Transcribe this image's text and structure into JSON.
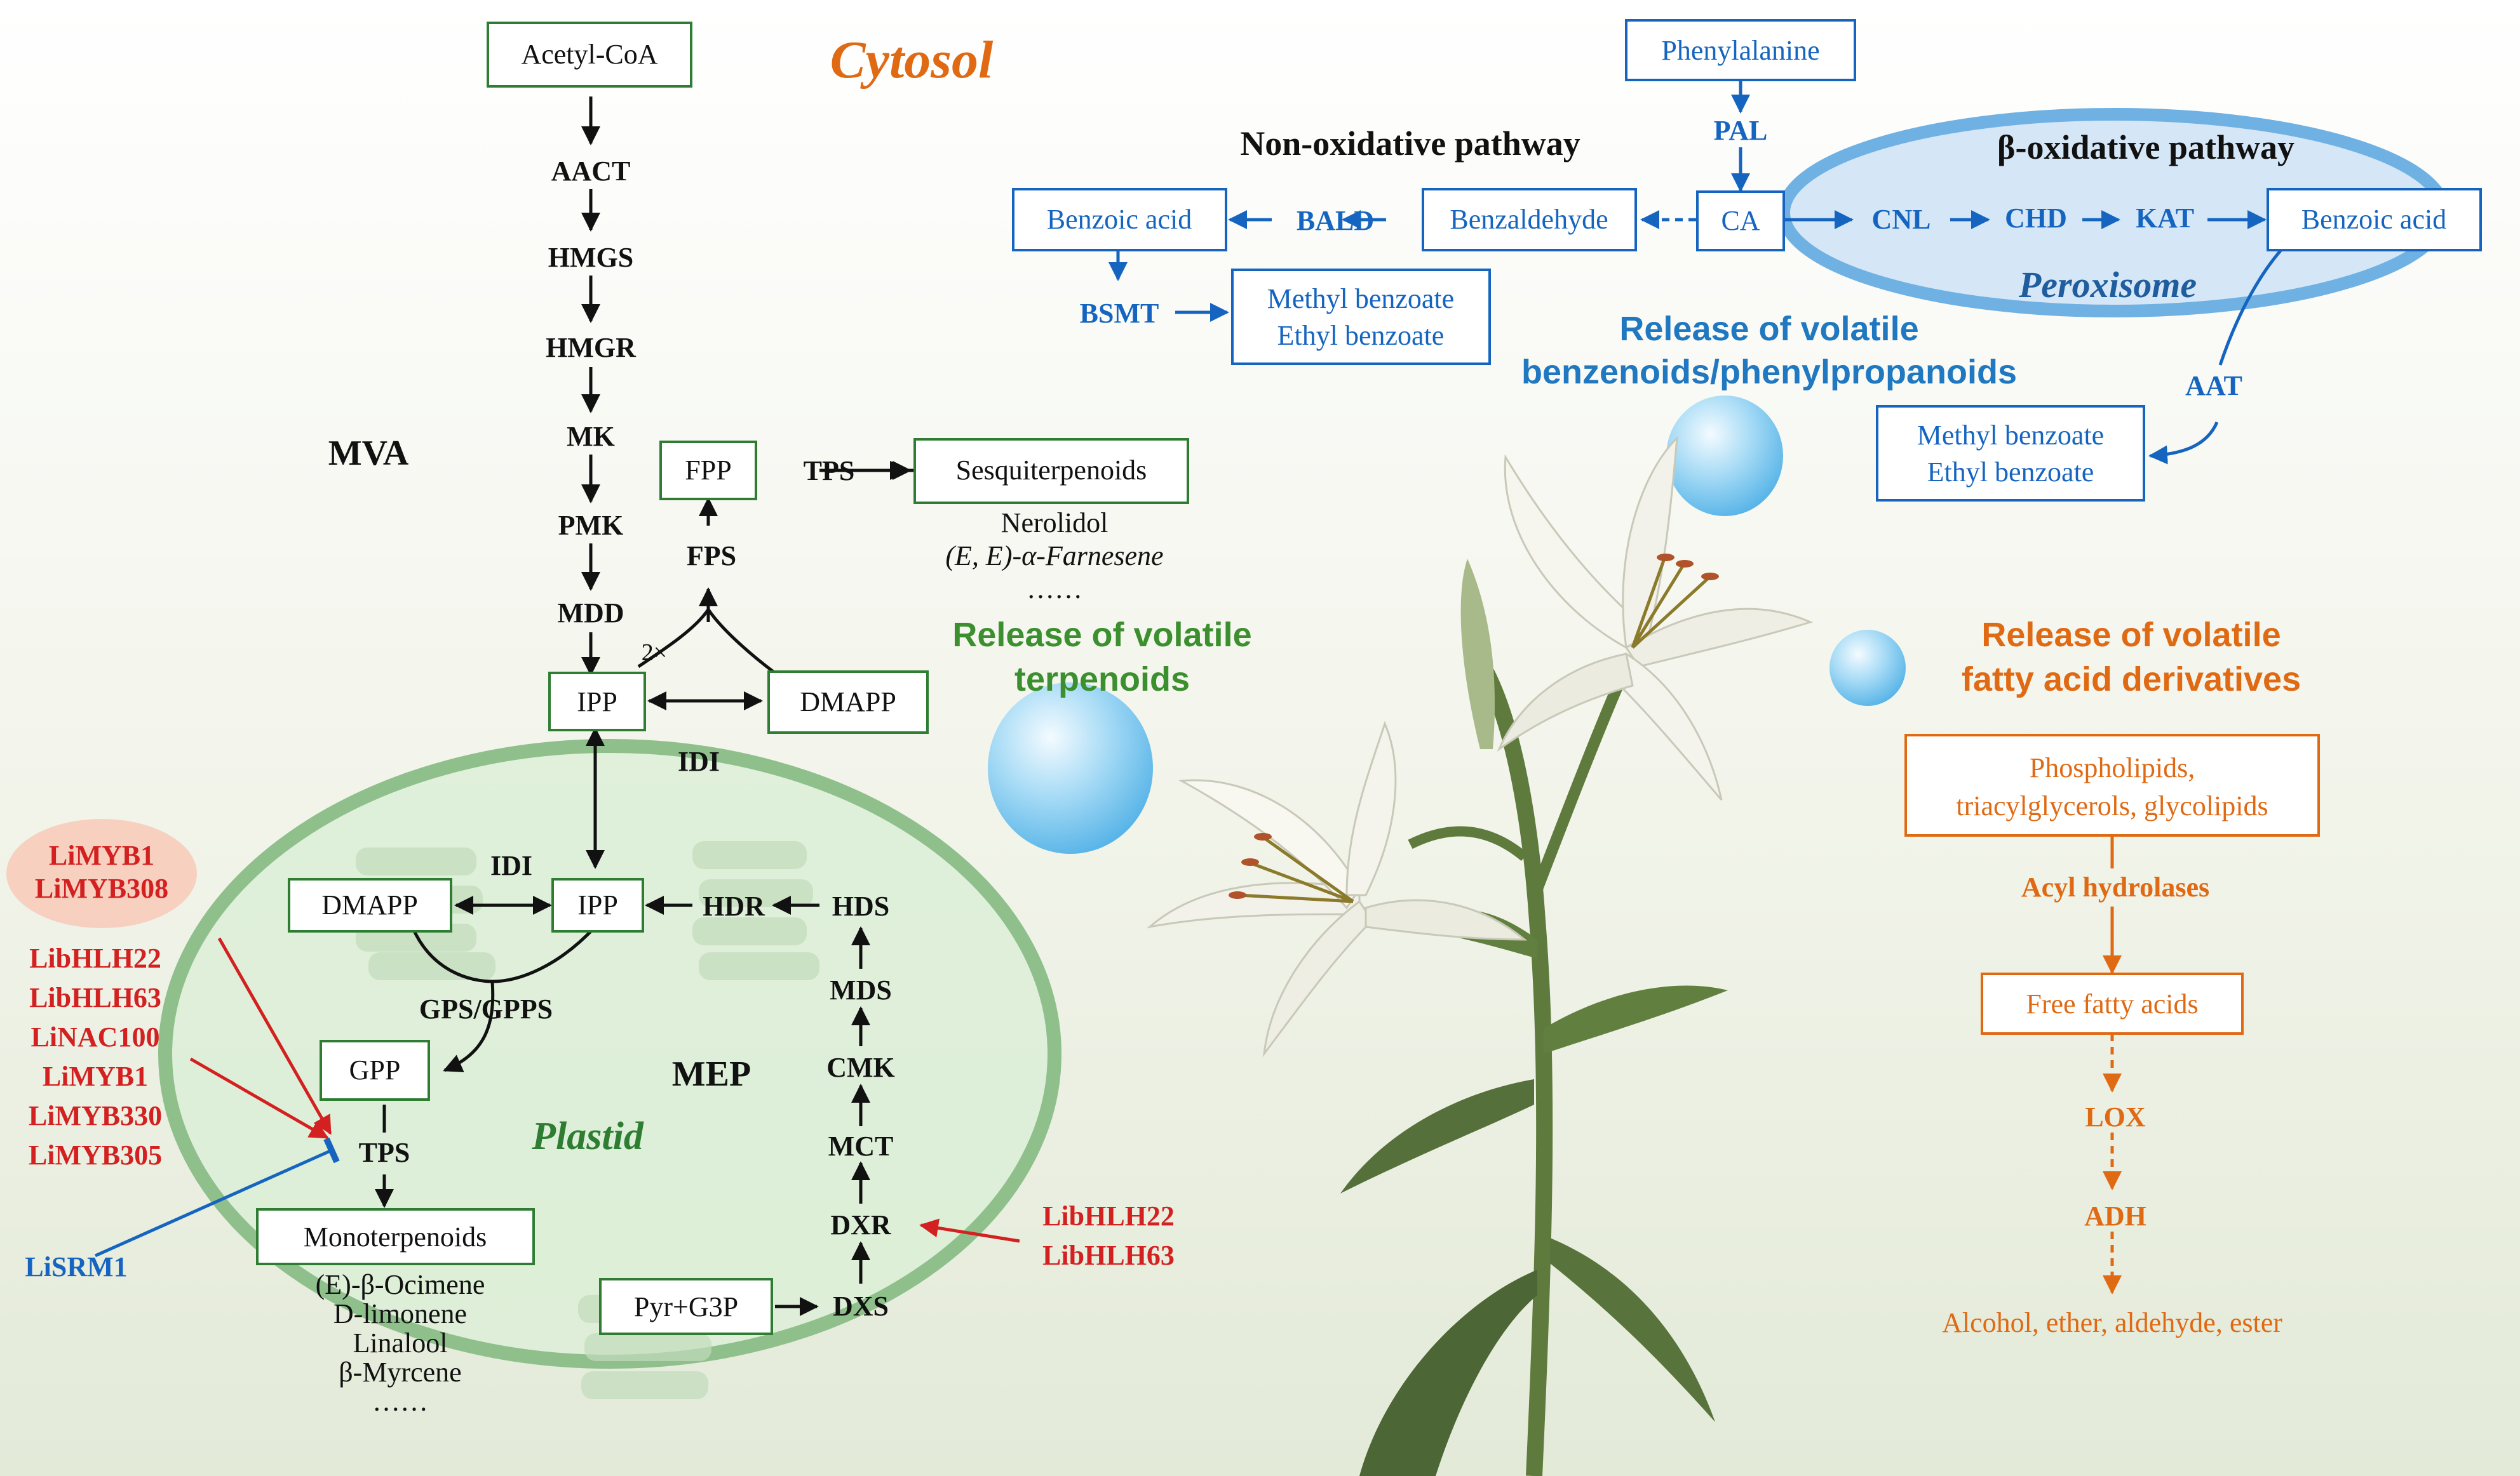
{
  "colors": {
    "green": "#2E7D32",
    "blue": "#1565C0",
    "orange": "#E06A14",
    "red": "#D32020",
    "black": "#111111",
    "plastid_fill": "#DCEFD7",
    "plastid_stroke": "#8FC08C",
    "peroxisome_fill": "#D5E6F7",
    "peroxisome_stroke": "#6FB1E3"
  },
  "compartments": {
    "cytosol": "Cytosol",
    "plastid": "Plastid",
    "peroxisome": "Peroxisome",
    "mva": "MVA",
    "mep": "MEP"
  },
  "mva": {
    "start": "Acetyl-CoA",
    "enzymes": [
      "AACT",
      "HMGS",
      "HMGR",
      "MK",
      "PMK",
      "MDD"
    ],
    "ipp": "IPP",
    "dmapp": "DMAPP",
    "idi": "IDI",
    "two_x": "2×",
    "fps": "FPS",
    "fpp": "FPP",
    "tps": "TPS",
    "sesqui": "Sesquiterpenoids",
    "sesqui_examples": [
      "Nerolidol",
      "(E, E)-α-Farnesene",
      "……"
    ]
  },
  "mep": {
    "dmapp": "DMAPP",
    "ipp": "IPP",
    "idi": "IDI",
    "hdr": "HDR",
    "hds": "HDS",
    "mds": "MDS",
    "cmk": "CMK",
    "mct": "MCT",
    "dxr": "DXR",
    "dxs": "DXS",
    "pyr_g3p": "Pyr+G3P",
    "gps": "GPS/GPPS",
    "gpp": "GPP",
    "tps": "TPS",
    "mono": "Monoterpenoids",
    "mono_examples": [
      "(E)-β-Ocimene",
      "D-limonene",
      "Linalool",
      "β-Myrcene",
      "……"
    ]
  },
  "regulators": {
    "group1": [
      "LiMYB1",
      "LiMYB308"
    ],
    "group2": [
      "LibHLH22",
      "LibHLH63",
      "LiNAC100",
      "LiMYB1",
      "LiMYB330",
      "LiMYB305"
    ],
    "repressor": "LiSRM1",
    "dxr_group": [
      "LibHLH22",
      "LibHLH63"
    ]
  },
  "benzenoid": {
    "phe": "Phenylalanine",
    "pal": "PAL",
    "ca": "CA",
    "non_oxidative": "Non-oxidative pathway",
    "beta_oxidative": "β-oxidative pathway",
    "benzaldehyde": "Benzaldehyde",
    "bald": "BALD",
    "benzoic_acid_left": "Benzoic acid",
    "bsmt": "BSMT",
    "esters_left": [
      "Methyl benzoate",
      "Ethyl benzoate"
    ],
    "cnl": "CNL",
    "chd": "CHD",
    "kat": "KAT",
    "benzoic_acid_right": "Benzoic acid",
    "aat": "AAT",
    "esters_right": [
      "Methyl benzoate",
      "Ethyl benzoate"
    ]
  },
  "release": {
    "benzenoid": [
      "Release of volatile",
      "benzenoids/phenylpropanoids"
    ],
    "terpenoid": [
      "Release of volatile",
      "terpenoids"
    ],
    "fatty": [
      "Release of volatile",
      "fatty acid derivatives"
    ]
  },
  "fatty": {
    "lipids": [
      "Phospholipids,",
      "triacylglycerols, glycolipids"
    ],
    "acyl": "Acyl hydrolases",
    "ffa": "Free fatty acids",
    "lox": "LOX",
    "adh": "ADH",
    "products": "Alcohol, ether, aldehyde, ester"
  }
}
